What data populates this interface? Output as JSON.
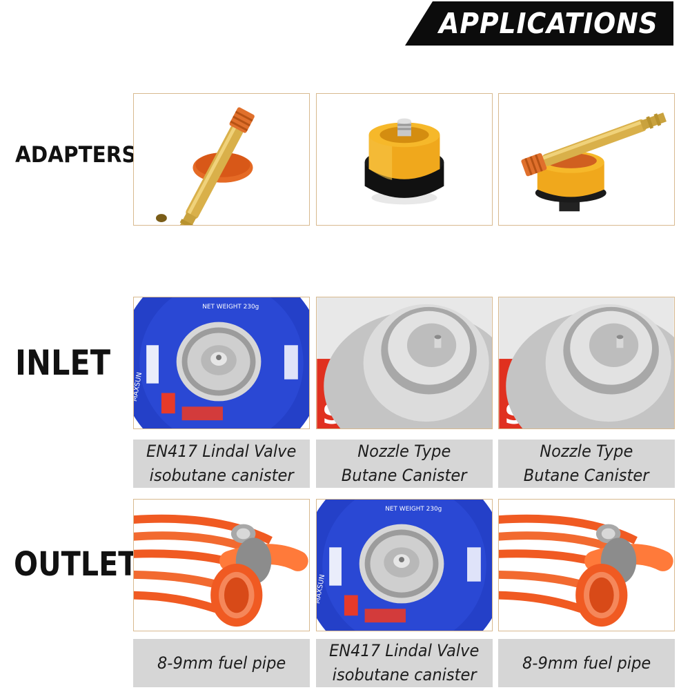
{
  "header": {
    "title": "APPLICATIONS"
  },
  "rows": {
    "adapters": {
      "label": "ADAPTERS"
    },
    "inlet": {
      "label": "INLET",
      "captions": [
        {
          "line1": "EN417 Lindal Valve",
          "line2": "isobutane canister"
        },
        {
          "line1": "Nozzle Type",
          "line2": "Butane Canister"
        },
        {
          "line1": "Nozzle Type",
          "line2": "Butane Canister"
        }
      ]
    },
    "outlet": {
      "label": "OUTLET",
      "captions": [
        {
          "line1": "8-9mm fuel pipe",
          "line2": ""
        },
        {
          "line1": "EN417 Lindal Valve",
          "line2": "isobutane canister"
        },
        {
          "line1": "8-9mm fuel pipe",
          "line2": ""
        }
      ]
    }
  },
  "canister_print": {
    "net_weight": "NET WEIGHT 230g",
    "brand": "MAXSUN"
  },
  "colors": {
    "brass": "#d9b04a",
    "orange": "#e8642a",
    "gold": "#f0a81c",
    "canister_blue": "#2440c8",
    "hose_orange": "#f05a22",
    "tile_border": "#d8b98e",
    "caption_bg": "#d6d6d6"
  }
}
